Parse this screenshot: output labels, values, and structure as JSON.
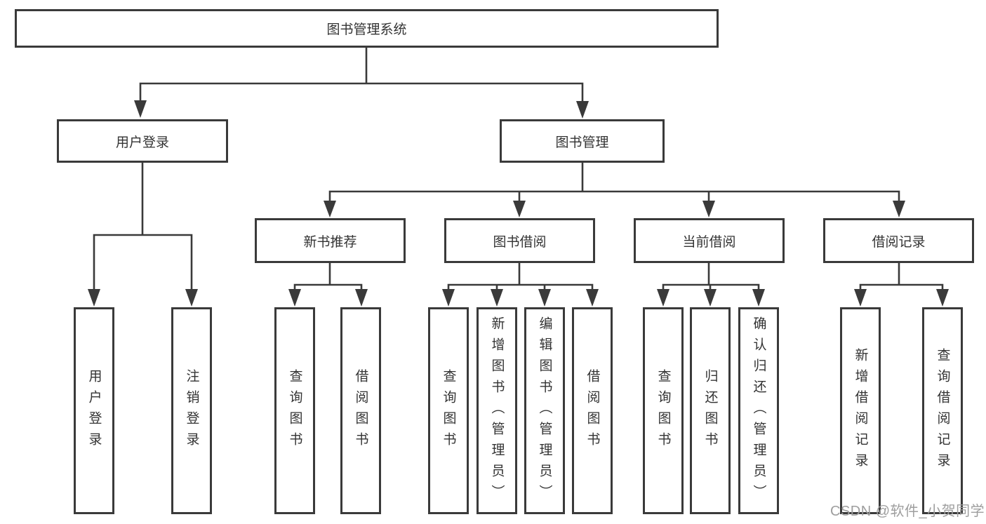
{
  "colors": {
    "line": "#3a3a3a",
    "text": "#333333",
    "watermark": "#9e9e9e",
    "canvas-bg": "#ffffff"
  },
  "tree": {
    "root": {
      "label": "图书管理系统"
    },
    "branches": [
      {
        "label": "用户登录",
        "children": [
          {
            "label": "用户登录"
          },
          {
            "label": "注销登录"
          }
        ]
      },
      {
        "label": "图书管理",
        "sections": [
          {
            "label": "新书推荐",
            "children": [
              {
                "label": "查询图书"
              },
              {
                "label": "借阅图书"
              }
            ]
          },
          {
            "label": "图书借阅",
            "children": [
              {
                "label": "查询图书"
              },
              {
                "label": "新增图书（管理员）"
              },
              {
                "label": "编辑图书（管理员）"
              },
              {
                "label": "借阅图书"
              }
            ]
          },
          {
            "label": "当前借阅",
            "children": [
              {
                "label": "查询图书"
              },
              {
                "label": "归还图书"
              },
              {
                "label": "确认归还（管理员）"
              }
            ]
          },
          {
            "label": "借阅记录",
            "children": [
              {
                "label": "新增借阅记录"
              },
              {
                "label": "查询借阅记录"
              }
            ]
          }
        ]
      }
    ]
  },
  "watermark": {
    "text": "CSDN @软件_小贺同学"
  }
}
